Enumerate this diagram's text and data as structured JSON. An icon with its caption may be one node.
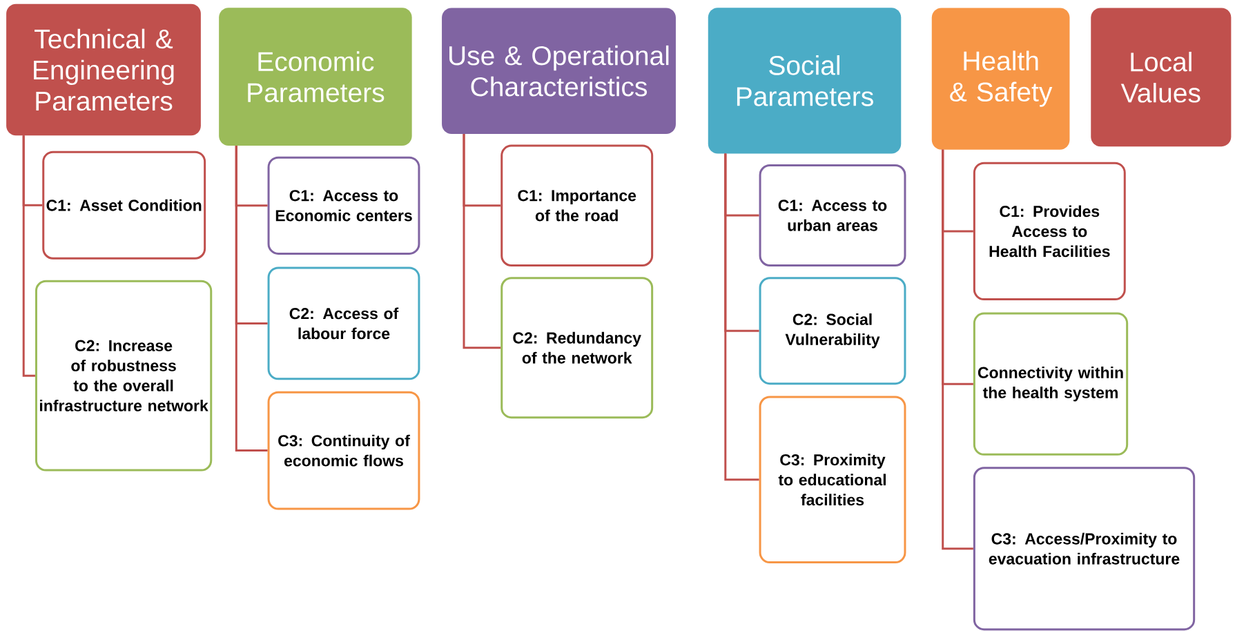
{
  "diagram": {
    "nodes": [
      {
        "text": [
          "Technical & Engineering Parameters"
        ]
      },
      {
        "text": [
          "C1: Asset Condition"
        ]
      },
      {
        "text": [
          "C2: Increase of robustness to the overall infrastructure network"
        ]
      },
      {
        "text": [
          "Economic Parameters"
        ]
      },
      {
        "text": [
          "C1: Access to Economic centers"
        ]
      },
      {
        "text": [
          "C2: **Access of labour force**"
        ]
      },
      {
        "text": [
          "C3: Continuity of economic flows"
        ]
      },
      {
        "text": [
          "Use & Operational Characteristics"
        ]
      },
      {
        "text": [
          "C1: Importance of the road"
        ]
      },
      {
        "text": [
          "C2: Redundancy of the network"
        ]
      },
      {
        "text": [
          "Social Parameters"
        ]
      },
      {
        "text": [
          "C1: Access to urban areas"
        ]
      },
      {
        "text": [
          "C2: Social Vulnerability"
        ]
      },
      {
        "text": [
          "C3: Proximity to educational facilities"
        ]
      },
      {
        "text": [
          "Health & Safety"
        ]
      },
      {
        "text": [
          "C1: Provides Access to Health Facilities"
        ]
      },
      {
        "text": [
          "Connectivity within the health system"
        ]
      },
      {
        "text": [
          "C3: Access/Proximity to evacuation infrastructure"
        ]
      },
      {
        "text": [
          "Local Values"
        ]
      }
    ],
    "edges": [
      {
        "from": 0,
        "to": 1,
        "arrow": "none"
      },
      {
        "from": 0,
        "to": 2,
        "arrow": "none"
      },
      {
        "from": 3,
        "to": 4,
        "arrow": "none"
      },
      {
        "from": 3,
        "to": 5,
        "arrow": "none"
      },
      {
        "from": 3,
        "to": 6,
        "arrow": "none"
      },
      {
        "from": 7,
        "to": 8,
        "arrow": "none"
      },
      {
        "from": 7,
        "to": 9,
        "arrow": "none"
      },
      {
        "from": 10,
        "to": 11,
        "arrow": "none"
      },
      {
        "from": 10,
        "to": 12,
        "arrow": "none"
      },
      {
        "from": 10,
        "to": 13,
        "arrow": "none"
      },
      {
        "from": 14,
        "to": 15,
        "arrow": "none"
      },
      {
        "from": 14,
        "to": 16,
        "arrow": "none"
      },
      {
        "from": 14,
        "to": 17,
        "arrow": "none"
      }
    ]
  }
}
